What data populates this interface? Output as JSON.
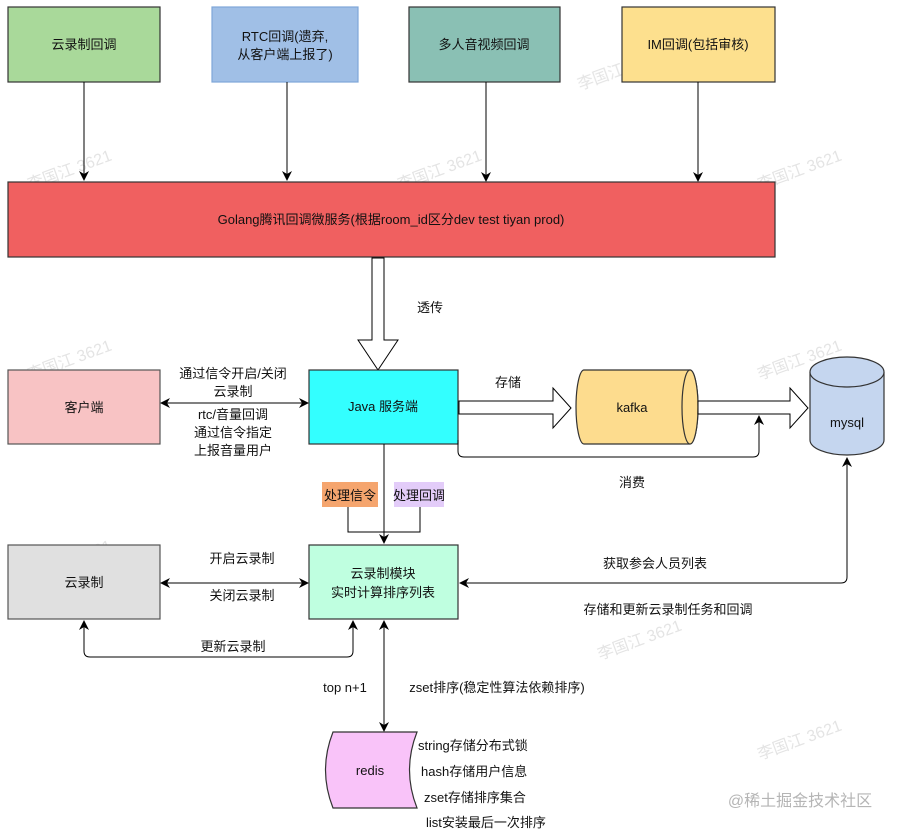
{
  "top_sources": [
    {
      "label": "云录制回调",
      "color": "#a9d99a"
    },
    {
      "label_lines": [
        "RTC回调(遗弃,",
        "从客户端上报了)"
      ],
      "color": "#a0bfe6"
    },
    {
      "label": "多人音视频回调",
      "color": "#8ac0b4"
    },
    {
      "label": "IM回调(包括审核)",
      "color": "#fde08e"
    }
  ],
  "golang_service": {
    "label": "Golang腾讯回调微服务(根据room_id区分dev test tiyan prod)",
    "color": "#f06060"
  },
  "pass_through_label": "透传",
  "client": {
    "label": "客户端",
    "color": "#f8c3c4"
  },
  "java_server": {
    "label": "Java 服务端",
    "color": "#33ffff"
  },
  "client_java_labels": {
    "above": [
      "通过信令开启/关闭",
      "云录制"
    ],
    "below": [
      "rtc/音量回调",
      "通过信令指定",
      "上报音量用户"
    ]
  },
  "store_label": "存储",
  "kafka": {
    "label": "kafka",
    "color": "#fddc8e"
  },
  "mysql": {
    "label": "mysql",
    "color": "#c5d6ef"
  },
  "consume_label": "消费",
  "handle_signal": {
    "label": "处理信令",
    "color": "#f5a56e"
  },
  "handle_callback": {
    "label": "处理回调",
    "color": "#e3ccf9"
  },
  "cloud_record": {
    "label": "云录制",
    "color": "#e0e0e0"
  },
  "record_module": {
    "label_lines": [
      "云录制模块",
      "实时计算排序列表"
    ],
    "color": "#bfffe0"
  },
  "record_labels": {
    "start": "开启云录制",
    "stop": "关闭云录制",
    "update": "更新云录制"
  },
  "mysql_labels": {
    "fetch": "获取参会人员列表",
    "store": "存储和更新云录制任务和回调"
  },
  "redis_labels": {
    "left": "top n+1",
    "right": "zset排序(稳定性算法依赖排序)"
  },
  "redis": {
    "label": "redis",
    "color": "#f9c3f9",
    "notes": [
      "string存储分布式锁",
      "hash存储用户信息",
      "zset存储排序集合",
      "list安装最后一次排序"
    ]
  },
  "watermark": "@稀土掘金技术社区",
  "repeated_watermark": "李国江 3621"
}
